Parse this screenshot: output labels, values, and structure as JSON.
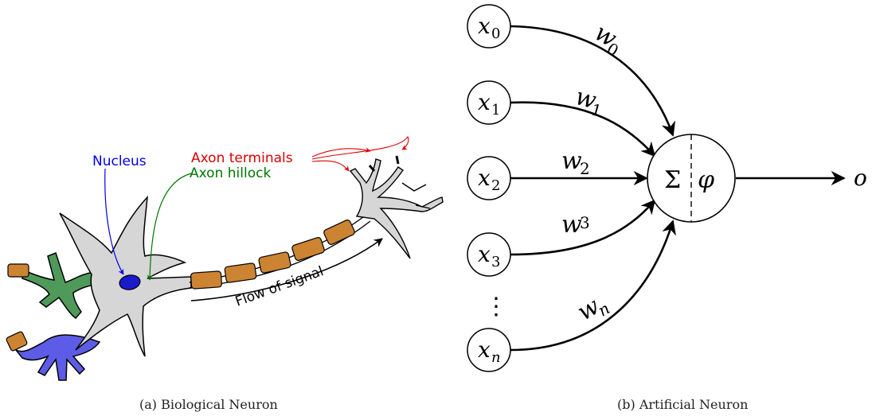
{
  "biological": {
    "caption": "(a) Biological Neuron",
    "labels": {
      "nucleus": "Nucleus",
      "axon_terminals": "Axon terminals",
      "axon_hillock": "Axon hillock",
      "flow": "Flow of signal"
    },
    "colors": {
      "nucleus_label": "#0000ee",
      "terminals_label": "#dd0000",
      "hillock_label": "#007700",
      "soma": "#d6d6d6",
      "myelin": "#cc8433",
      "dendrite_green": "#4f9a5a",
      "dendrite_blue": "#5c5ce6",
      "nucleus_fill": "#1a1acc"
    }
  },
  "artificial": {
    "caption": "(b) Artificial Neuron",
    "inputs": [
      {
        "base": "x",
        "sub": "0"
      },
      {
        "base": "x",
        "sub": "1"
      },
      {
        "base": "x",
        "sub": "2"
      },
      {
        "base": "x",
        "sub": "3"
      },
      {
        "base": "x",
        "sub": "n"
      }
    ],
    "weights": [
      {
        "base": "w",
        "sub": "0"
      },
      {
        "base": "w",
        "sub": "1"
      },
      {
        "base": "w",
        "sub": "2"
      },
      {
        "base": "w",
        "sub": "3"
      },
      {
        "base": "w",
        "sub": "n"
      }
    ],
    "ellipsis": "⋮",
    "sum_symbol": "Σ",
    "activation_symbol": "φ",
    "output": "o"
  }
}
